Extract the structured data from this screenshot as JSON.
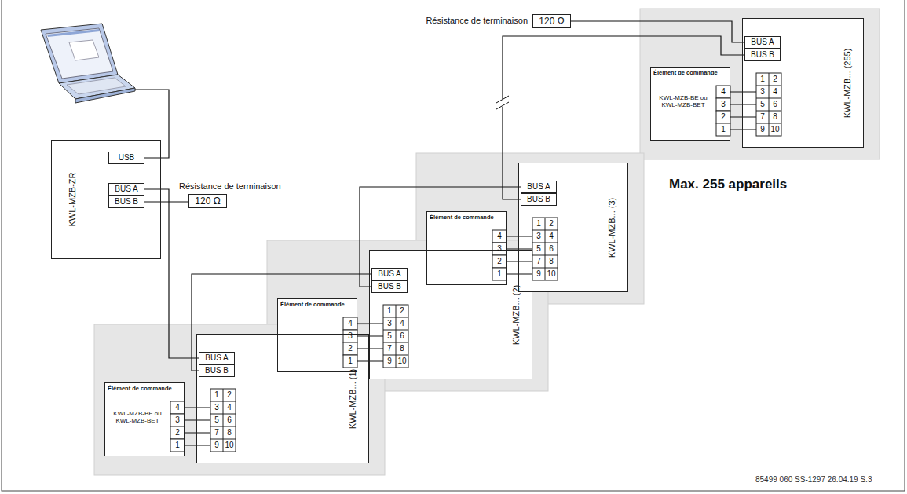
{
  "diagram": {
    "nodes": [
      {
        "text": [
          "KWL-MZB-ZR"
        ]
      },
      {
        "text": [
          "USB"
        ],
        "in": 0
      },
      {
        "text": [
          "BUS A"
        ],
        "in": 0
      },
      {
        "text": [
          "BUS B"
        ],
        "in": 0
      },
      {
        "text": [
          "120 Ω"
        ]
      },
      {
        "text": [
          "KWL-MZB... (1)"
        ]
      },
      {
        "text": [
          "BUS A"
        ],
        "in": 5
      },
      {
        "text": [
          "BUS B"
        ],
        "in": 5
      },
      {
        "text": [
          "Élément de commande",
          "KWL-MZB-BE ou KWL-MZB-BET"
        ]
      },
      {
        "text": [
          "KWL-MZB... (2)"
        ]
      },
      {
        "text": [
          "BUS A"
        ],
        "in": 9
      },
      {
        "text": [
          "BUS B"
        ],
        "in": 9
      },
      {
        "text": [
          "Élément de commande"
        ]
      },
      {
        "text": [
          "KWL-MZB... (3)"
        ]
      },
      {
        "text": [
          "BUS A"
        ],
        "in": 13
      },
      {
        "text": [
          "BUS B"
        ],
        "in": 13
      },
      {
        "text": [
          "Élément de commande"
        ]
      },
      {
        "text": [
          "KWL-MZB... (255)"
        ]
      },
      {
        "text": [
          "BUS A"
        ],
        "in": 17
      },
      {
        "text": [
          "BUS B"
        ],
        "in": 17
      },
      {
        "text": [
          "Élément de commande",
          "KWL-MZB-BE ou KWL-MZB-BET"
        ]
      },
      {
        "text": [
          "120 Ω"
        ]
      }
    ],
    "edges": [
      {
        "from": 2,
        "to": 6,
        "arrow": "none"
      },
      {
        "from": 3,
        "to": 4,
        "arrow": "none"
      },
      {
        "from": 7,
        "to": 10,
        "arrow": "none"
      },
      {
        "from": 11,
        "to": 14,
        "arrow": "none"
      },
      {
        "from": 15,
        "to": 19,
        "arrow": "none"
      },
      {
        "from": 21,
        "to": 18,
        "arrow": "none"
      }
    ],
    "labels": [
      "Résistance de terminaison",
      "Résistance de terminaison",
      "Max. 255 appareils",
      "85499 060 SS-1297 26.04.19 S.3",
      "4",
      "3",
      "2",
      "1",
      "1",
      "2",
      "3",
      "4",
      "5",
      "6",
      "7",
      "8",
      "9",
      "10",
      "4",
      "3",
      "2",
      "1",
      "1",
      "2",
      "3",
      "4",
      "5",
      "6",
      "7",
      "8",
      "9",
      "10",
      "4",
      "3",
      "2",
      "1",
      "1",
      "2",
      "3",
      "4",
      "5",
      "6",
      "7",
      "8",
      "9",
      "10",
      "4",
      "3",
      "2",
      "1",
      "1",
      "2",
      "3",
      "4",
      "5",
      "6",
      "7",
      "8",
      "9",
      "10"
    ]
  }
}
